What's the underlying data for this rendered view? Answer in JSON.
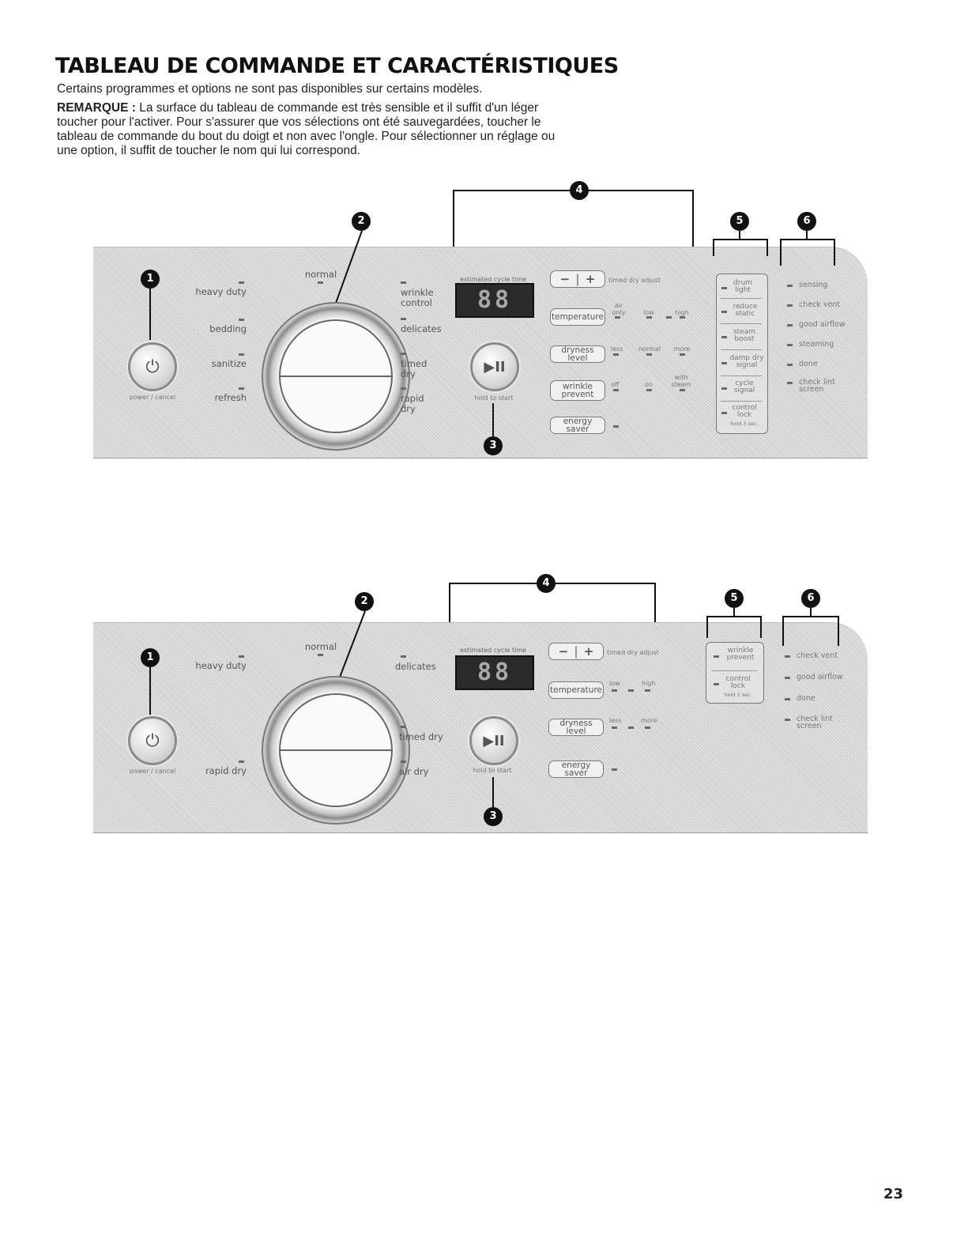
{
  "heading": "TABLEAU DE COMMANDE ET CARACTÉRISTIQUES",
  "intro": "Certains programmes et options ne sont pas disponibles sur certains modèles.",
  "note": {
    "label": "REMARQUE :",
    "text": " La surface du tableau de commande est très sensible et il suffit d'un léger toucher pour l'activer. Pour s'assurer que vos sélections ont été sauvegardées, toucher le tableau de commande du bout du doigt et non avec l'ongle. Pour sélectionner un réglage ou une option, il suffit de toucher le nom qui lui correspond."
  },
  "panel1": {
    "power_symbol": "⏻",
    "power_label": "power / cancel",
    "cycles_left": [
      "heavy duty",
      "bedding",
      "sanitize",
      "refresh"
    ],
    "cycle_top": "normal",
    "cycles_right": [
      "wrinkle control",
      "delicates",
      "timed dry",
      "rapid dry"
    ],
    "display_label": "estimated cycle time",
    "display_value": "88",
    "start_symbol": "▶II",
    "start_label": "hold to start",
    "adjust_minus": "−",
    "adjust_plus": "+",
    "adjust_label": "timed dry adjust",
    "temperature_label": "temperature",
    "temperature_levels": [
      "air only",
      "low",
      "",
      "high"
    ],
    "dryness_label": "dryness level",
    "dryness_levels": [
      "less",
      "normal",
      "more"
    ],
    "wrinkle_label": "wrinkle prevent",
    "wrinkle_levels": [
      "off",
      "on",
      "with steam"
    ],
    "energy_label": "energy saver",
    "options": [
      "drum light",
      "reduce static",
      "steam boost",
      "damp dry signal",
      "cycle signal",
      "control lock"
    ],
    "hold_note": "hold 3 sec.",
    "status": [
      "sensing",
      "check vent",
      "good airflow",
      "steaming",
      "done",
      "check lint screen"
    ]
  },
  "panel2": {
    "power_symbol": "⏻",
    "power_label": "power / cancel",
    "cycles_left": [
      "heavy duty",
      "rapid dry"
    ],
    "cycle_top": "normal",
    "cycles_right": [
      "delicates",
      "timed dry",
      "air dry"
    ],
    "display_label": "estimated cycle time",
    "display_value": "88",
    "start_symbol": "▶II",
    "start_label": "hold to start",
    "adjust_minus": "−",
    "adjust_plus": "+",
    "adjust_label": "timed dry adjust",
    "temperature_label": "temperature",
    "temperature_levels": [
      "low",
      "high"
    ],
    "dryness_label": "dryness level",
    "dryness_levels": [
      "less",
      "more"
    ],
    "energy_label": "energy saver",
    "options": [
      "wrinkle prevent",
      "control lock"
    ],
    "hold_note": "hold 3 sec.",
    "status": [
      "check vent",
      "good airflow",
      "done",
      "check lint screen"
    ]
  },
  "callouts": [
    "1",
    "2",
    "3",
    "4",
    "5",
    "6"
  ],
  "page_number": "23"
}
